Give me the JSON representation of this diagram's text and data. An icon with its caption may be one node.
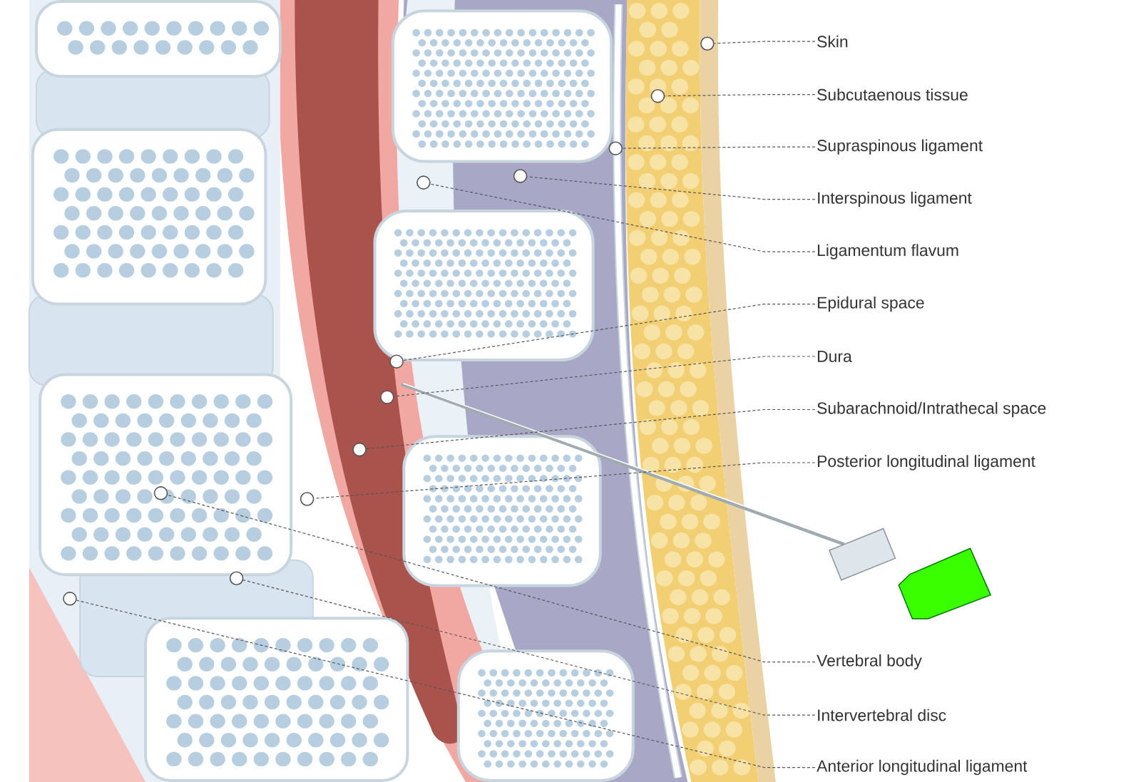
{
  "diagram": {
    "nodes": [
      {
        "text": [
          "Skin"
        ]
      },
      {
        "text": [
          "Subcutaenous tissue"
        ]
      },
      {
        "text": [
          "Supraspinous ligament"
        ]
      },
      {
        "text": [
          "Interspinous ligament"
        ]
      },
      {
        "text": [
          "Ligamentum flavum"
        ]
      },
      {
        "text": [
          "Epidural space"
        ]
      },
      {
        "text": [
          "Dura"
        ]
      },
      {
        "text": [
          "Subarachnoid/Intrathecal space"
        ]
      },
      {
        "text": [
          "Posterior longitudinal ligament"
        ]
      },
      {
        "text": [
          "Vertebral body"
        ]
      },
      {
        "text": [
          "Intervertebral disc"
        ]
      },
      {
        "text": [
          "Anterior longitudinal ligament"
        ]
      },
      {
        "text": [],
        "shape": "circle"
      },
      {
        "text": [],
        "shape": "circle"
      },
      {
        "text": [],
        "shape": "circle"
      },
      {
        "text": [],
        "shape": "circle"
      },
      {
        "text": [],
        "shape": "circle"
      },
      {
        "text": [],
        "shape": "circle"
      },
      {
        "text": [],
        "shape": "circle"
      },
      {
        "text": [],
        "shape": "circle"
      },
      {
        "text": [],
        "shape": "circle"
      },
      {
        "text": [],
        "shape": "circle"
      },
      {
        "text": [],
        "shape": "circle"
      },
      {
        "text": [],
        "shape": "circle"
      }
    ],
    "edges": [
      {
        "from": 0,
        "to": 12,
        "arrow": "none",
        "style": "dashed"
      },
      {
        "from": 1,
        "to": 13,
        "arrow": "none",
        "style": "dashed"
      },
      {
        "from": 2,
        "to": 14,
        "arrow": "none",
        "style": "dashed"
      },
      {
        "from": 3,
        "to": 15,
        "arrow": "none",
        "style": "dashed"
      },
      {
        "from": 4,
        "to": 16,
        "arrow": "none",
        "style": "dashed"
      },
      {
        "from": 5,
        "to": 17,
        "arrow": "none",
        "style": "dashed"
      },
      {
        "from": 6,
        "to": 18,
        "arrow": "none",
        "style": "dashed"
      },
      {
        "from": 7,
        "to": 19,
        "arrow": "none",
        "style": "dashed"
      },
      {
        "from": 8,
        "to": 20,
        "arrow": "none",
        "style": "dashed"
      },
      {
        "from": 9,
        "to": 21,
        "arrow": "none",
        "style": "dashed"
      },
      {
        "from": 10,
        "to": 22,
        "arrow": "none",
        "style": "dashed"
      },
      {
        "from": 11,
        "to": 23,
        "arrow": "none",
        "style": "dashed"
      }
    ]
  }
}
